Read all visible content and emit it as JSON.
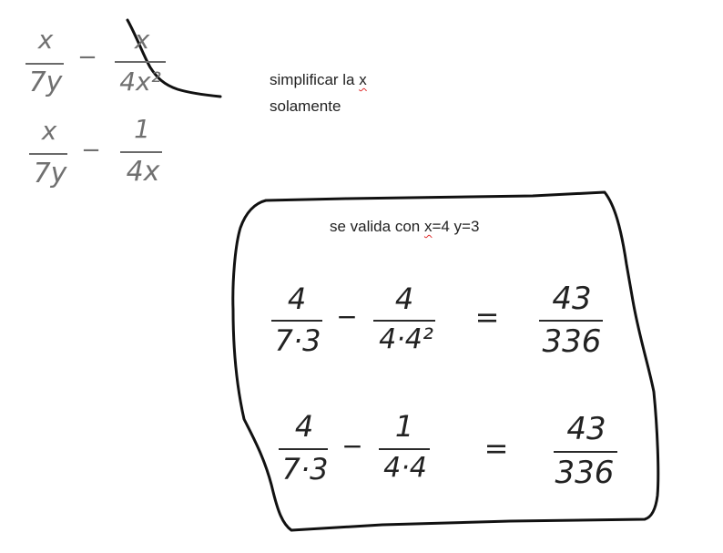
{
  "note": {
    "line1_prefix": "simplificar la ",
    "line1_var": "x",
    "line2": "solamente"
  },
  "row1": {
    "left_num": "x",
    "left_den": "7y",
    "op": "−",
    "right_num": "x",
    "right_den": "4x²"
  },
  "row2": {
    "left_num": "x",
    "left_den": "7y",
    "op": "−",
    "right_num": "1",
    "right_den": "4x"
  },
  "box": {
    "title_prefix": "se valida con ",
    "title_var": "x",
    "title_suffix": "=4 y=3",
    "eq1": {
      "left_num": "4",
      "left_den": "7·3",
      "op": "−",
      "right_num": "4",
      "right_den": "4·4²",
      "equals": "=",
      "result_num": "43",
      "result_den": "336"
    },
    "eq2": {
      "left_num": "4",
      "left_den": "7·3",
      "op": "−",
      "right_num": "1",
      "right_den": "4·4",
      "equals": "=",
      "result_num": "43",
      "result_den": "336"
    }
  }
}
